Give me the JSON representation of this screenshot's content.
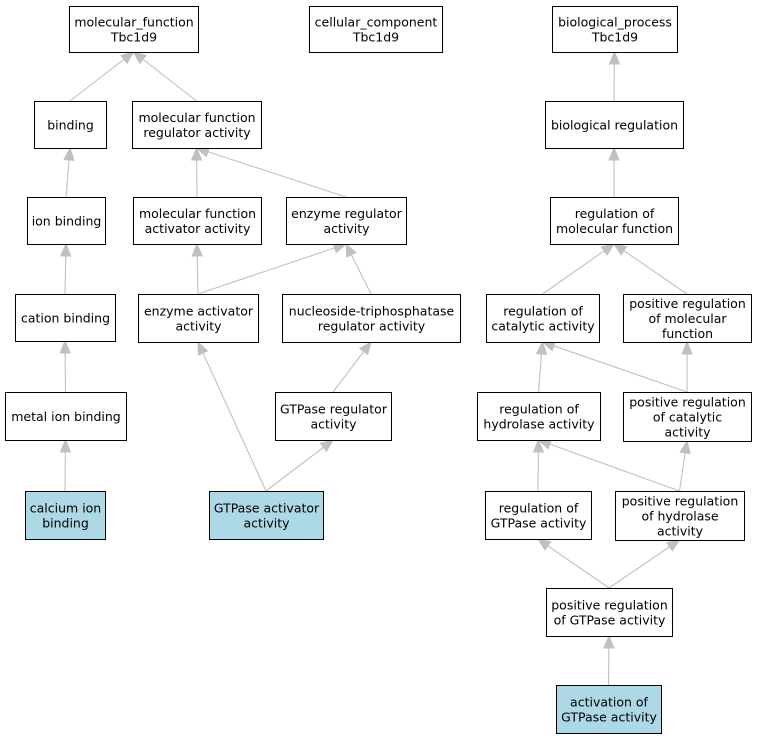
{
  "graph": {
    "colors": {
      "node_fill": "#ffffff",
      "highlight_fill": "#add8e6",
      "border": "#000000",
      "edge": "#c0c0c0"
    },
    "nodes": [
      {
        "id": "mf",
        "lines": [
          "molecular_function",
          "Tbc1d9"
        ]
      },
      {
        "id": "cc",
        "lines": [
          "cellular_component",
          "Tbc1d9"
        ]
      },
      {
        "id": "bp",
        "lines": [
          "biological_process",
          "Tbc1d9"
        ]
      },
      {
        "id": "binding",
        "lines": [
          "binding"
        ]
      },
      {
        "id": "mfra",
        "lines": [
          "molecular function",
          "regulator activity"
        ]
      },
      {
        "id": "breg",
        "lines": [
          "biological regulation"
        ]
      },
      {
        "id": "ionb",
        "lines": [
          "ion binding"
        ]
      },
      {
        "id": "mfaa",
        "lines": [
          "molecular function",
          "activator activity"
        ]
      },
      {
        "id": "era",
        "lines": [
          "enzyme regulator",
          "activity"
        ]
      },
      {
        "id": "romf",
        "lines": [
          "regulation of",
          "molecular function"
        ]
      },
      {
        "id": "catb",
        "lines": [
          "cation binding"
        ]
      },
      {
        "id": "eaa",
        "lines": [
          "enzyme activator",
          "activity"
        ]
      },
      {
        "id": "ntra",
        "lines": [
          "nucleoside-triphosphatase",
          "regulator activity"
        ]
      },
      {
        "id": "roca",
        "lines": [
          "regulation of",
          "catalytic activity"
        ]
      },
      {
        "id": "promf",
        "lines": [
          "positive regulation",
          "of molecular",
          "function"
        ]
      },
      {
        "id": "mib",
        "lines": [
          "metal ion binding"
        ]
      },
      {
        "id": "gtra",
        "lines": [
          "GTPase regulator",
          "activity"
        ]
      },
      {
        "id": "roha",
        "lines": [
          "regulation of",
          "hydrolase activity"
        ]
      },
      {
        "id": "proca",
        "lines": [
          "positive regulation",
          "of catalytic",
          "activity"
        ]
      },
      {
        "id": "cib",
        "lines": [
          "calcium ion",
          "binding"
        ],
        "highlight": true
      },
      {
        "id": "gtaa",
        "lines": [
          "GTPase activator",
          "activity"
        ],
        "highlight": true
      },
      {
        "id": "roga",
        "lines": [
          "regulation of",
          "GTPase activity"
        ]
      },
      {
        "id": "proha",
        "lines": [
          "positive regulation",
          "of hydrolase",
          "activity"
        ]
      },
      {
        "id": "proga",
        "lines": [
          "positive regulation",
          "of GTPase activity"
        ]
      },
      {
        "id": "aoga",
        "lines": [
          "activation of",
          "GTPase activity"
        ],
        "highlight": true
      }
    ],
    "edges": [
      {
        "from": "binding",
        "to": "mf"
      },
      {
        "from": "mfra",
        "to": "mf"
      },
      {
        "from": "ionb",
        "to": "binding"
      },
      {
        "from": "mfaa",
        "to": "mfra"
      },
      {
        "from": "era",
        "to": "mfra"
      },
      {
        "from": "catb",
        "to": "ionb"
      },
      {
        "from": "eaa",
        "to": "mfaa"
      },
      {
        "from": "eaa",
        "to": "era"
      },
      {
        "from": "ntra",
        "to": "era"
      },
      {
        "from": "mib",
        "to": "catb"
      },
      {
        "from": "cib",
        "to": "mib"
      },
      {
        "from": "gtaa",
        "to": "eaa"
      },
      {
        "from": "gtaa",
        "to": "gtra"
      },
      {
        "from": "gtra",
        "to": "ntra"
      },
      {
        "from": "breg",
        "to": "bp"
      },
      {
        "from": "romf",
        "to": "breg"
      },
      {
        "from": "roca",
        "to": "romf"
      },
      {
        "from": "promf",
        "to": "romf"
      },
      {
        "from": "roha",
        "to": "roca"
      },
      {
        "from": "proca",
        "to": "roca"
      },
      {
        "from": "proca",
        "to": "promf"
      },
      {
        "from": "roga",
        "to": "roha"
      },
      {
        "from": "proha",
        "to": "roha"
      },
      {
        "from": "proha",
        "to": "proca"
      },
      {
        "from": "proga",
        "to": "roga"
      },
      {
        "from": "proga",
        "to": "proha"
      },
      {
        "from": "aoga",
        "to": "proga"
      }
    ]
  }
}
